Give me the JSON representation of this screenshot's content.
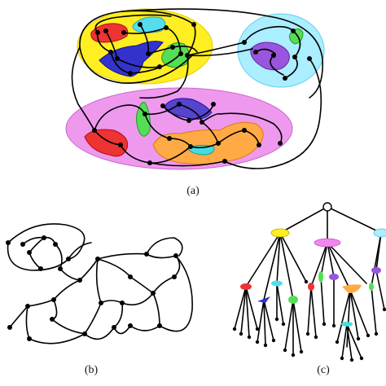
{
  "captions": {
    "a": "(a)",
    "b": "(b)",
    "c": "(c)"
  },
  "colors": {
    "yellow": "#ffee22",
    "cyan": "#aaeeff",
    "magenta": "#ee99ee",
    "red": "#ee3333",
    "blue": "#3333cc",
    "green": "#55dd55",
    "purple": "#9955dd",
    "orange": "#ffaa44",
    "teal": "#44dddd",
    "pink": "#ff88ee"
  }
}
